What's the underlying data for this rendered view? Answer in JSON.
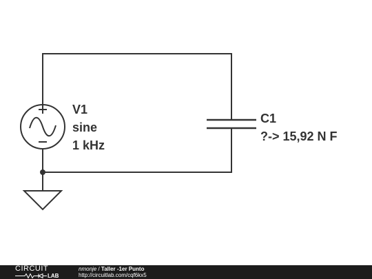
{
  "components": {
    "source": {
      "name": "V1",
      "type": "sine",
      "frequency": "1 kHz"
    },
    "capacitor": {
      "name": "C1",
      "value": "?-> 15,92 N F"
    }
  },
  "footer": {
    "logo_top": "CIRCUIT",
    "logo_bottom": "LAB",
    "author": "nmonje",
    "separator": " / ",
    "title": "Taller -1er Punto",
    "url": "http://circuitlab.com/cqf6kx5"
  },
  "colors": {
    "wire": "#333333",
    "footer_bg": "#1c1c1c",
    "footer_text": "#ffffff"
  }
}
